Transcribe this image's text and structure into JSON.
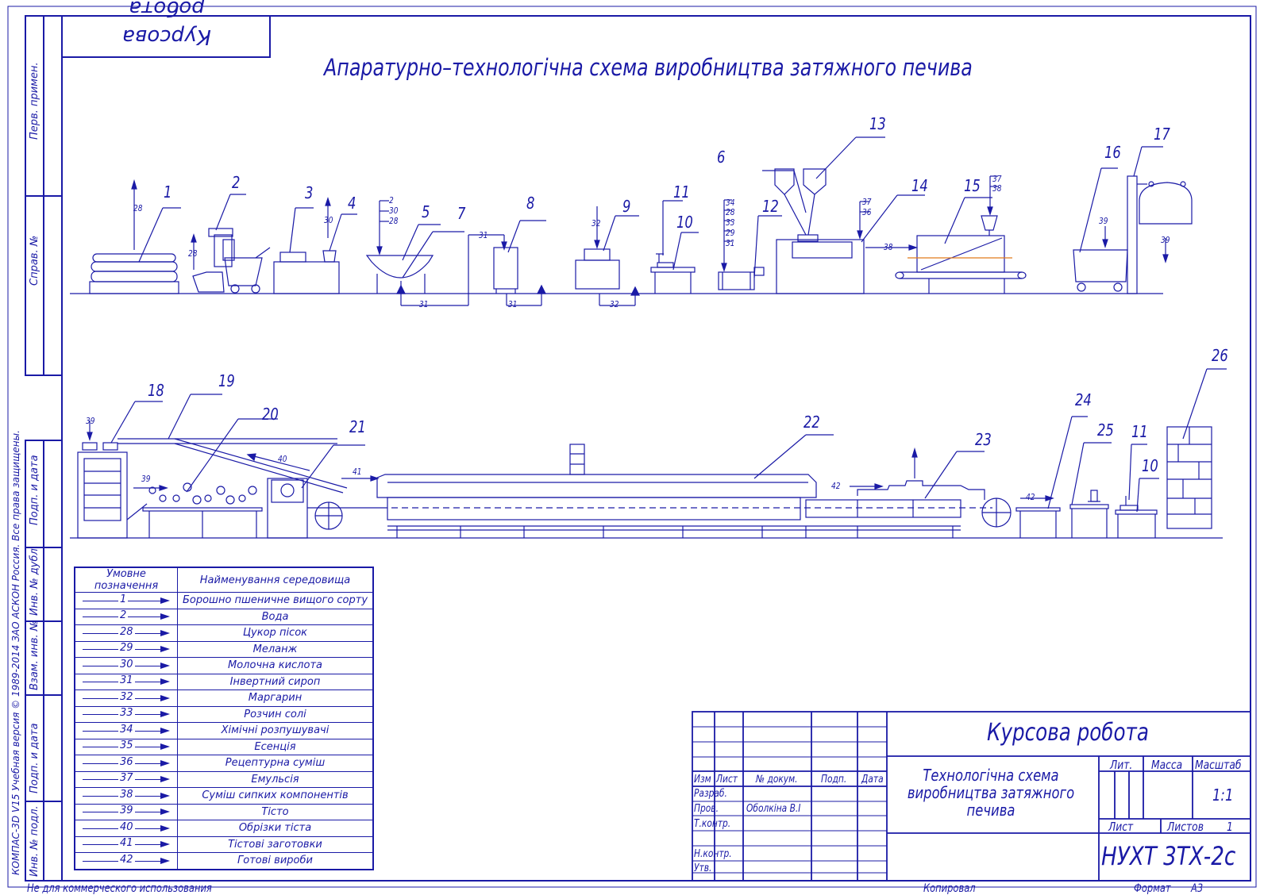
{
  "stamp": {
    "label": "Курсова робота"
  },
  "title": "Апаратурно–технологічна схема виробництва затяжного печива",
  "side_strip": {
    "perv_primen": "Перв. примен.",
    "sprav_no": "Справ. №",
    "podp_data_1": "Подп. и дата",
    "inv_dubl": "Инв. № дубл.",
    "vzam_inv": "Взам. инв. №",
    "podp_data_2": "Подп. и дата",
    "inv_podl": "Инв. № подл.",
    "copyright": "КОМПАС-3D V15 Учебная версия © 1989-2014 ЗАО АСКОН Россия. Все права защищены."
  },
  "equipment_numbers": [
    "1",
    "2",
    "3",
    "4",
    "5",
    "6",
    "7",
    "8",
    "9",
    "10",
    "11",
    "12",
    "13",
    "14",
    "15",
    "16",
    "17",
    "18",
    "19",
    "20",
    "21",
    "22",
    "23",
    "24",
    "25",
    "26",
    "11",
    "10"
  ],
  "flow_labels": [
    "28",
    "28",
    "30",
    "2",
    "30",
    "28",
    "31",
    "31",
    "31",
    "32",
    "32",
    "34",
    "28",
    "33",
    "29",
    "31",
    "37",
    "36",
    "38",
    "37",
    "38",
    "39",
    "39",
    "39",
    "39",
    "40",
    "41",
    "42",
    "42"
  ],
  "legend": {
    "header": [
      "Умовне позначення",
      "Найменування середовища"
    ],
    "rows": [
      {
        "code": "1",
        "name": "Борошно пшеничне вищого сорту"
      },
      {
        "code": "2",
        "name": "Вода"
      },
      {
        "code": "28",
        "name": "Цукор пісок"
      },
      {
        "code": "29",
        "name": "Меланж"
      },
      {
        "code": "30",
        "name": "Молочна кислота"
      },
      {
        "code": "31",
        "name": "Інвертний сироп"
      },
      {
        "code": "32",
        "name": "Маргарин"
      },
      {
        "code": "33",
        "name": "Розчин солі"
      },
      {
        "code": "34",
        "name": "Хімічні розпушувачі"
      },
      {
        "code": "35",
        "name": "Есенція"
      },
      {
        "code": "36",
        "name": "Рецептурна суміш"
      },
      {
        "code": "37",
        "name": "Емульсія"
      },
      {
        "code": "38",
        "name": "Суміш сипких компонентів"
      },
      {
        "code": "39",
        "name": "Тісто"
      },
      {
        "code": "40",
        "name": "Обрізки тіста"
      },
      {
        "code": "41",
        "name": "Тістові заготовки"
      },
      {
        "code": "42",
        "name": "Готові вироби"
      }
    ]
  },
  "title_block": {
    "doc_title": "Курсова робота",
    "description": [
      "Технологічна схема",
      "виробництва затяжного",
      "печива"
    ],
    "col_izm": "Изм",
    "col_list": "Лист",
    "col_dokum": "№ докум.",
    "col_podp": "Подп.",
    "col_data": "Дата",
    "razrab": "Разраб.",
    "prov": "Пров.",
    "prov_name": "Оболкіна В.І",
    "tkontr": "Т.контр.",
    "nkontr": "Н.контр.",
    "utv": "Утв.",
    "lit": "Лит.",
    "massa": "Масса",
    "masshtab": "Масштаб",
    "masshtab_val": "1:1",
    "list_label": "Лист",
    "listov_label": "Листов",
    "listov_val": "1",
    "designation": "НУХТ 3ТХ-2с"
  },
  "footer": {
    "left": "Не для коммерческого использования",
    "copied": "Копировал",
    "format": "Формат",
    "format_val": "А3"
  }
}
